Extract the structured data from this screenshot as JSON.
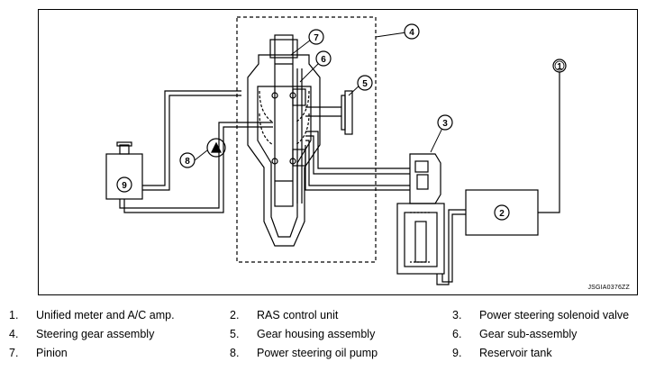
{
  "diagram": {
    "ref_code": "JSGIA0376ZZ",
    "callouts": [
      "1",
      "2",
      "3",
      "4",
      "5",
      "6",
      "7",
      "8",
      "9"
    ]
  },
  "legend": [
    {
      "num": "1.",
      "label": "Unified meter and A/C amp."
    },
    {
      "num": "2.",
      "label": "RAS control unit"
    },
    {
      "num": "3.",
      "label": "Power steering solenoid valve"
    },
    {
      "num": "4.",
      "label": "Steering gear assembly"
    },
    {
      "num": "5.",
      "label": "Gear housing assembly"
    },
    {
      "num": "6.",
      "label": "Gear sub-assembly"
    },
    {
      "num": "7.",
      "label": "Pinion"
    },
    {
      "num": "8.",
      "label": "Power steering oil pump"
    },
    {
      "num": "9.",
      "label": "Reservoir tank"
    }
  ]
}
